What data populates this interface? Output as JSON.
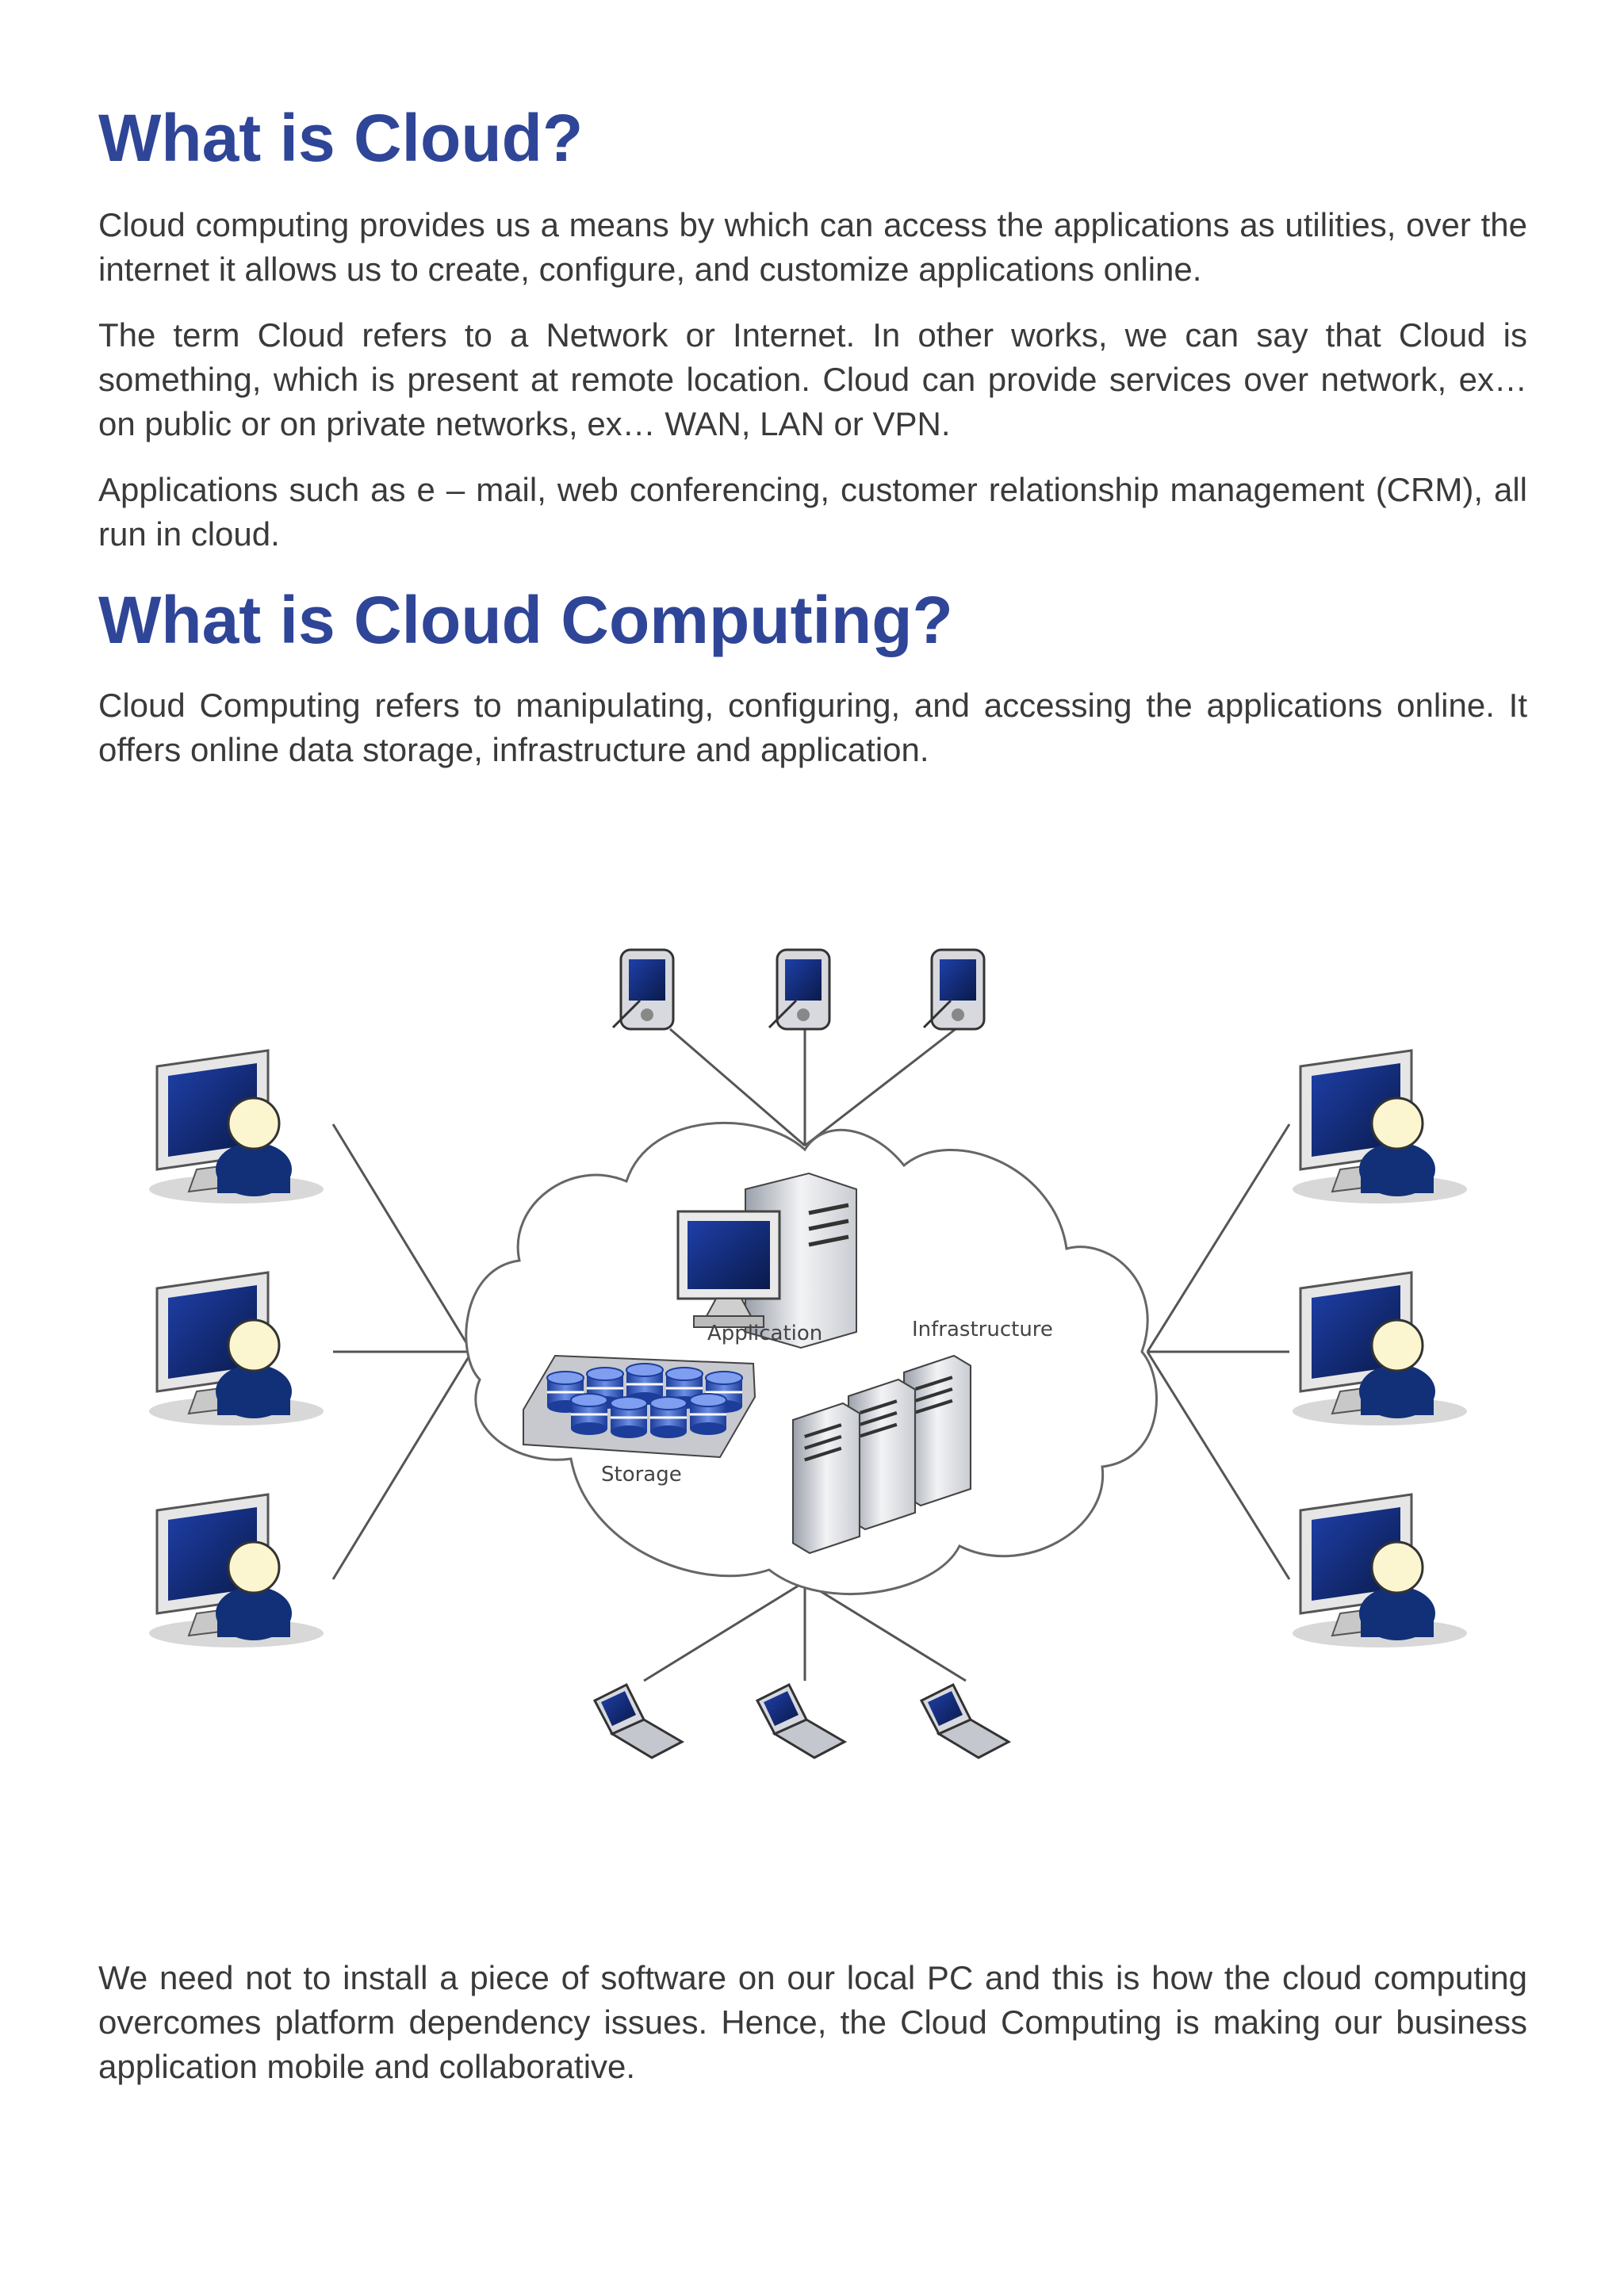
{
  "section1": {
    "title": "What is Cloud?",
    "paragraphs": [
      "Cloud computing provides us a means by which can access the applications as utilities, over the internet it allows us to create, configure, and customize applications online.",
      "The term Cloud refers to a Network or Internet. In other works, we can say that Cloud is something, which is present at remote location. Cloud can provide services over network, ex… on public or on private networks, ex… WAN, LAN or VPN.",
      "Applications such as e – mail, web conferencing, customer relationship management (CRM), all run in cloud."
    ]
  },
  "section2": {
    "title": "What is Cloud Computing?",
    "paragraph": "Cloud Computing refers to manipulating, configuring, and accessing the applications online. It offers online data storage, infrastructure and application."
  },
  "diagram": {
    "labels": {
      "application": "Application",
      "infrastructure": "Infrastructure",
      "storage": "Storage"
    },
    "icons": [
      "desktop-user-icon",
      "pda-icon",
      "mobile-phone-icon",
      "application-server-icon",
      "infrastructure-server-icon",
      "database-storage-icon",
      "cloud-icon"
    ]
  },
  "closing": {
    "paragraph": "We need not to install a piece of software on our local PC and this is how the cloud computing overcomes platform dependency issues. Hence, the Cloud Computing is making our business application mobile and collaborative."
  }
}
